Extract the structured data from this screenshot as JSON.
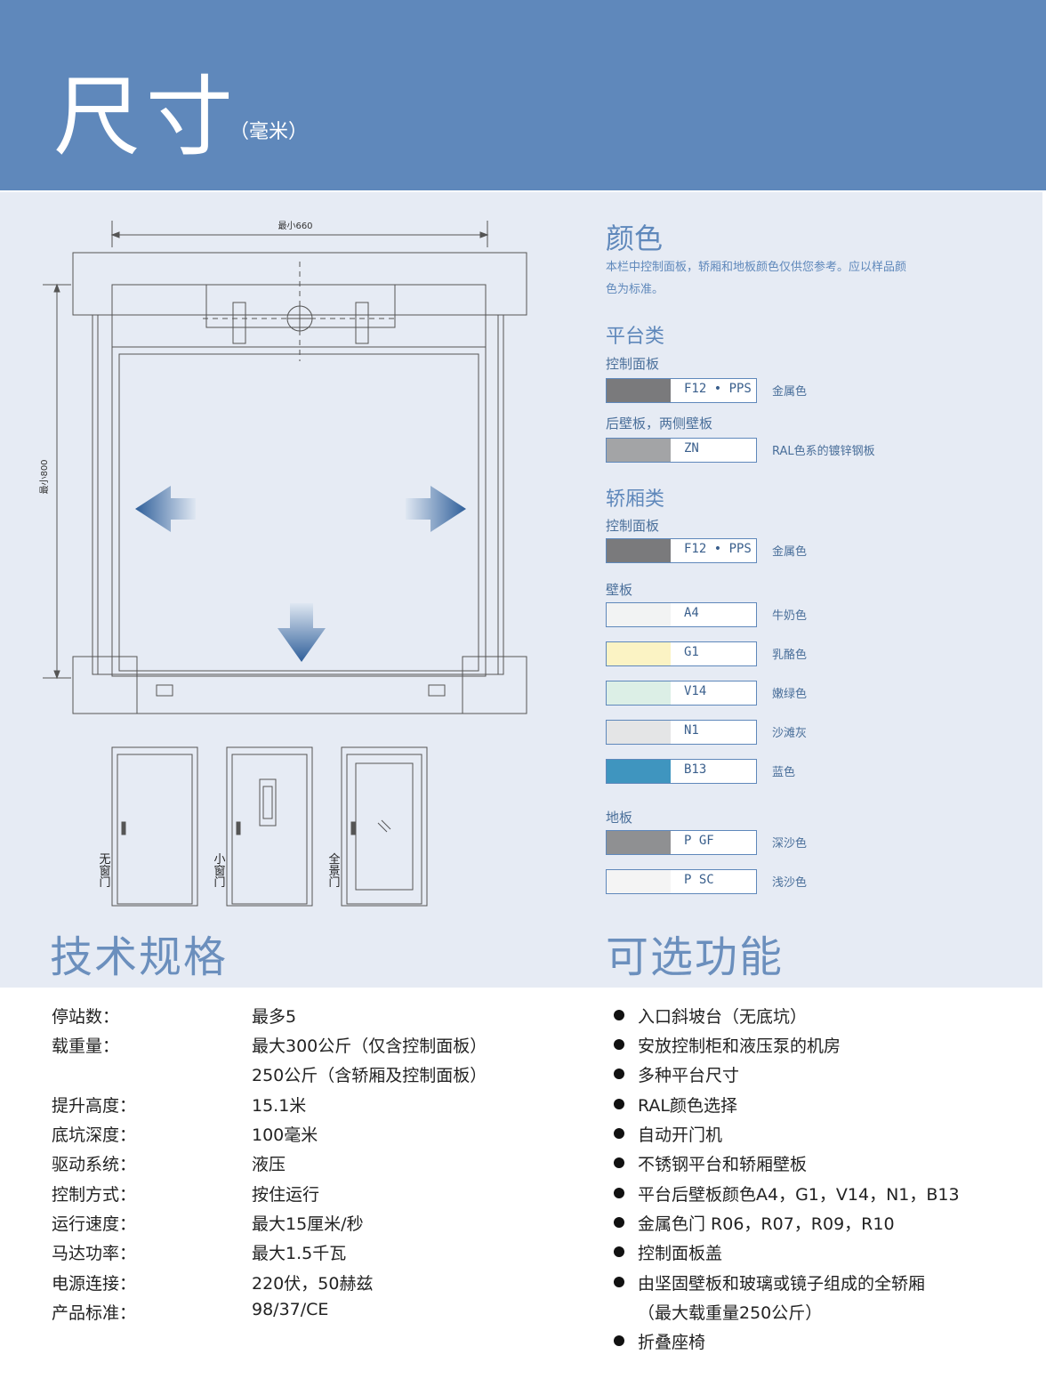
{
  "header": {
    "title": "尺寸",
    "unit": "（毫米）"
  },
  "diagram": {
    "width_label": "最小660",
    "depth_label": "最小800",
    "doors": [
      {
        "label": "无窗门"
      },
      {
        "label": "小窗门"
      },
      {
        "label": "全景门"
      }
    ]
  },
  "colors": {
    "title": "颜色",
    "note": "本栏中控制面板，轿厢和地板颜色仅供您参考。应以样品颜色为标准。",
    "platform": {
      "title": "平台类",
      "control_panel_label": "控制面板",
      "control_panel": {
        "code": "F12 • PPS",
        "name": "金属色",
        "color": "#7a7a7c"
      },
      "walls_label": "后壁板，两侧壁板",
      "walls": {
        "code": "ZN",
        "name": "RAL色系的镀锌钢板",
        "color": "#a3a4a6"
      }
    },
    "car": {
      "title": "轿厢类",
      "control_panel_label": "控制面板",
      "control_panel": {
        "code": "F12 • PPS",
        "name": "金属色",
        "color": "#7a7a7c"
      },
      "walls_label": "壁板",
      "walls": [
        {
          "code": "A4",
          "name": "牛奶色",
          "color": "#f2f3f3"
        },
        {
          "code": "G1",
          "name": "乳酪色",
          "color": "#fbf3c4"
        },
        {
          "code": "V14",
          "name": "嫩绿色",
          "color": "#dcefe6"
        },
        {
          "code": "N1",
          "name": "沙滩灰",
          "color": "#e4e5e6"
        },
        {
          "code": "B13",
          "name": "蓝色",
          "color": "#3f95bf"
        }
      ],
      "floor_label": "地板",
      "floor": [
        {
          "code": "P GF",
          "name": "深沙色",
          "color": "#8f9092"
        },
        {
          "code": "P SC",
          "name": "浅沙色",
          "color": "#f4f4f4"
        }
      ]
    }
  },
  "specs": {
    "title": "技术规格",
    "rows": [
      {
        "label": "停站数：",
        "value": "最多5"
      },
      {
        "label": "载重量：",
        "value": "最大300公斤（仅含控制面板）"
      },
      {
        "label": "",
        "value": "250公斤（含轿厢及控制面板）"
      },
      {
        "label": "提升高度：",
        "value": "15.1米"
      },
      {
        "label": "底坑深度：",
        "value": "100毫米"
      },
      {
        "label": "驱动系统：",
        "value": "液压"
      },
      {
        "label": "控制方式：",
        "value": "按住运行"
      },
      {
        "label": "运行速度：",
        "value": "最大15厘米/秒"
      },
      {
        "label": "马达功率：",
        "value": "最大1.5千瓦"
      },
      {
        "label": "电源连接：",
        "value": "220伏，50赫兹"
      },
      {
        "label": "产品标准：",
        "value": "98/37/CE"
      }
    ]
  },
  "options": {
    "title": "可选功能",
    "items": [
      {
        "text": "入口斜坡台（无底坑）",
        "bullet": true
      },
      {
        "text": "安放控制柜和液压泵的机房",
        "bullet": true
      },
      {
        "text": "多种平台尺寸",
        "bullet": true
      },
      {
        "text": "RAL颜色选择",
        "bullet": true
      },
      {
        "text": "自动开门机",
        "bullet": true
      },
      {
        "text": "不锈钢平台和轿厢壁板",
        "bullet": true
      },
      {
        "text": "平台后壁板颜色A4，G1，V14，N1，B13",
        "bullet": true
      },
      {
        "text": "金属色门 R06，R07，R09，R10",
        "bullet": true
      },
      {
        "text": "控制面板盖",
        "bullet": true
      },
      {
        "text": "由坚固壁板和玻璃或镜子组成的全轿厢",
        "bullet": true
      },
      {
        "text": "（最大载重量250公斤）",
        "bullet": false
      },
      {
        "text": "折叠座椅",
        "bullet": true
      }
    ]
  }
}
